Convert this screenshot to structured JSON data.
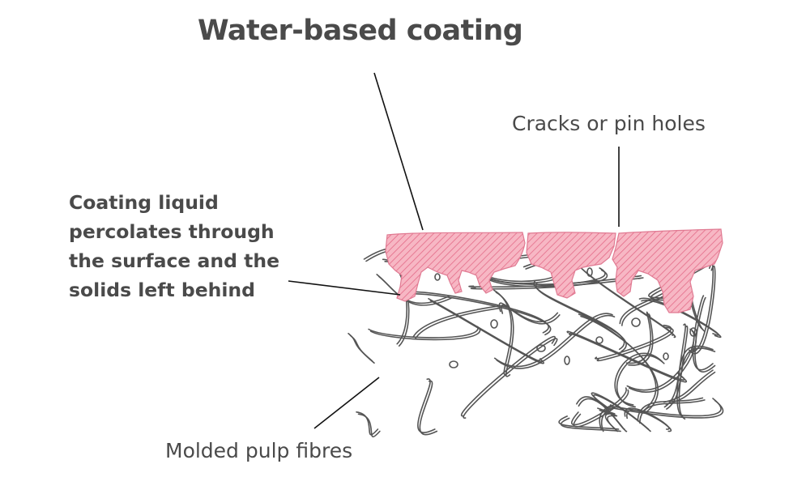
{
  "labels": {
    "title": "Water-based coating",
    "cracks": "Cracks or pin holes",
    "percolates_lines": [
      "Coating liquid",
      "percolates through",
      "the surface  and the",
      "solids left behind"
    ],
    "fibres": "Molded pulp fibres"
  },
  "colors": {
    "coating_fill": "#f4a9b8",
    "coating_hatch": "#e06a86",
    "coating_outline": "#e07a92",
    "fibre": "#555555",
    "leader_line": "#111111",
    "text": "#4a4a4a"
  }
}
